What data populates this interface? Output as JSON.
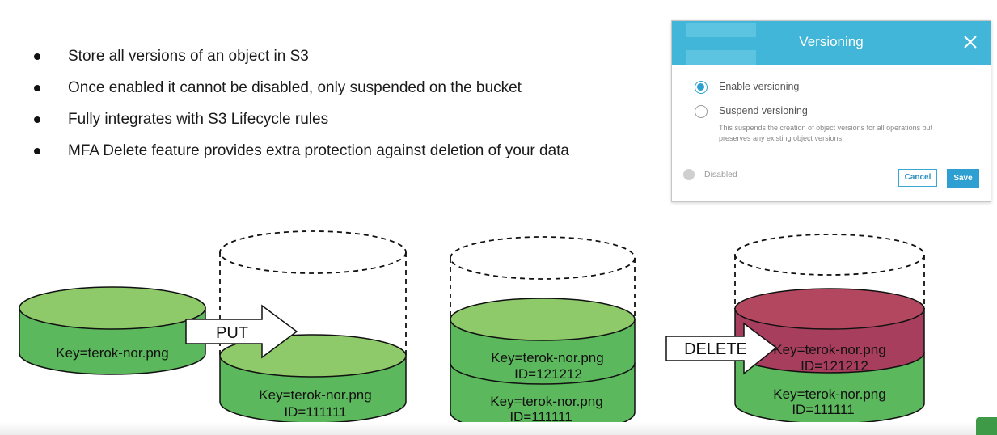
{
  "bullets": [
    "Store all versions of an object in S3",
    "Once enabled it cannot be disabled, only suspended on the bucket",
    "Fully integrates with S3 Lifecycle rules",
    "MFA Delete feature provides extra protection against deletion of your data"
  ],
  "modal": {
    "title": "Versioning",
    "enable_label": "Enable versioning",
    "suspend_label": "Suspend versioning",
    "suspend_description": "This suspends the creation of object versions for all operations but preserves any existing object versions.",
    "status": "Disabled",
    "cancel_label": "Cancel",
    "save_label": "Save",
    "header_color": "#42b6d8",
    "accent_color": "#2e9fd1"
  },
  "diagram": {
    "put_label": "PUT",
    "delete_label": "DELETE",
    "objects": {
      "original": {
        "key": "Key=terok-nor.png"
      },
      "put_result": {
        "key": "Key=terok-nor.png",
        "id": "ID=111111"
      },
      "stack_top": {
        "key": "Key=terok-nor.png",
        "id": "ID=121212"
      },
      "stack_bottom": {
        "key": "Key=terok-nor.png",
        "id": "ID=111111"
      },
      "deleted_top": {
        "key": "Key=terok-nor.png",
        "id": "ID=121212"
      },
      "delete_bottom": {
        "key": "Key=terok-nor.png",
        "id": "ID=111111"
      }
    },
    "colors": {
      "object_side": "#5cb85c",
      "object_top": "#8fca6a",
      "deleted_side": "#a83e5e",
      "deleted_top": "#b3475f"
    }
  }
}
